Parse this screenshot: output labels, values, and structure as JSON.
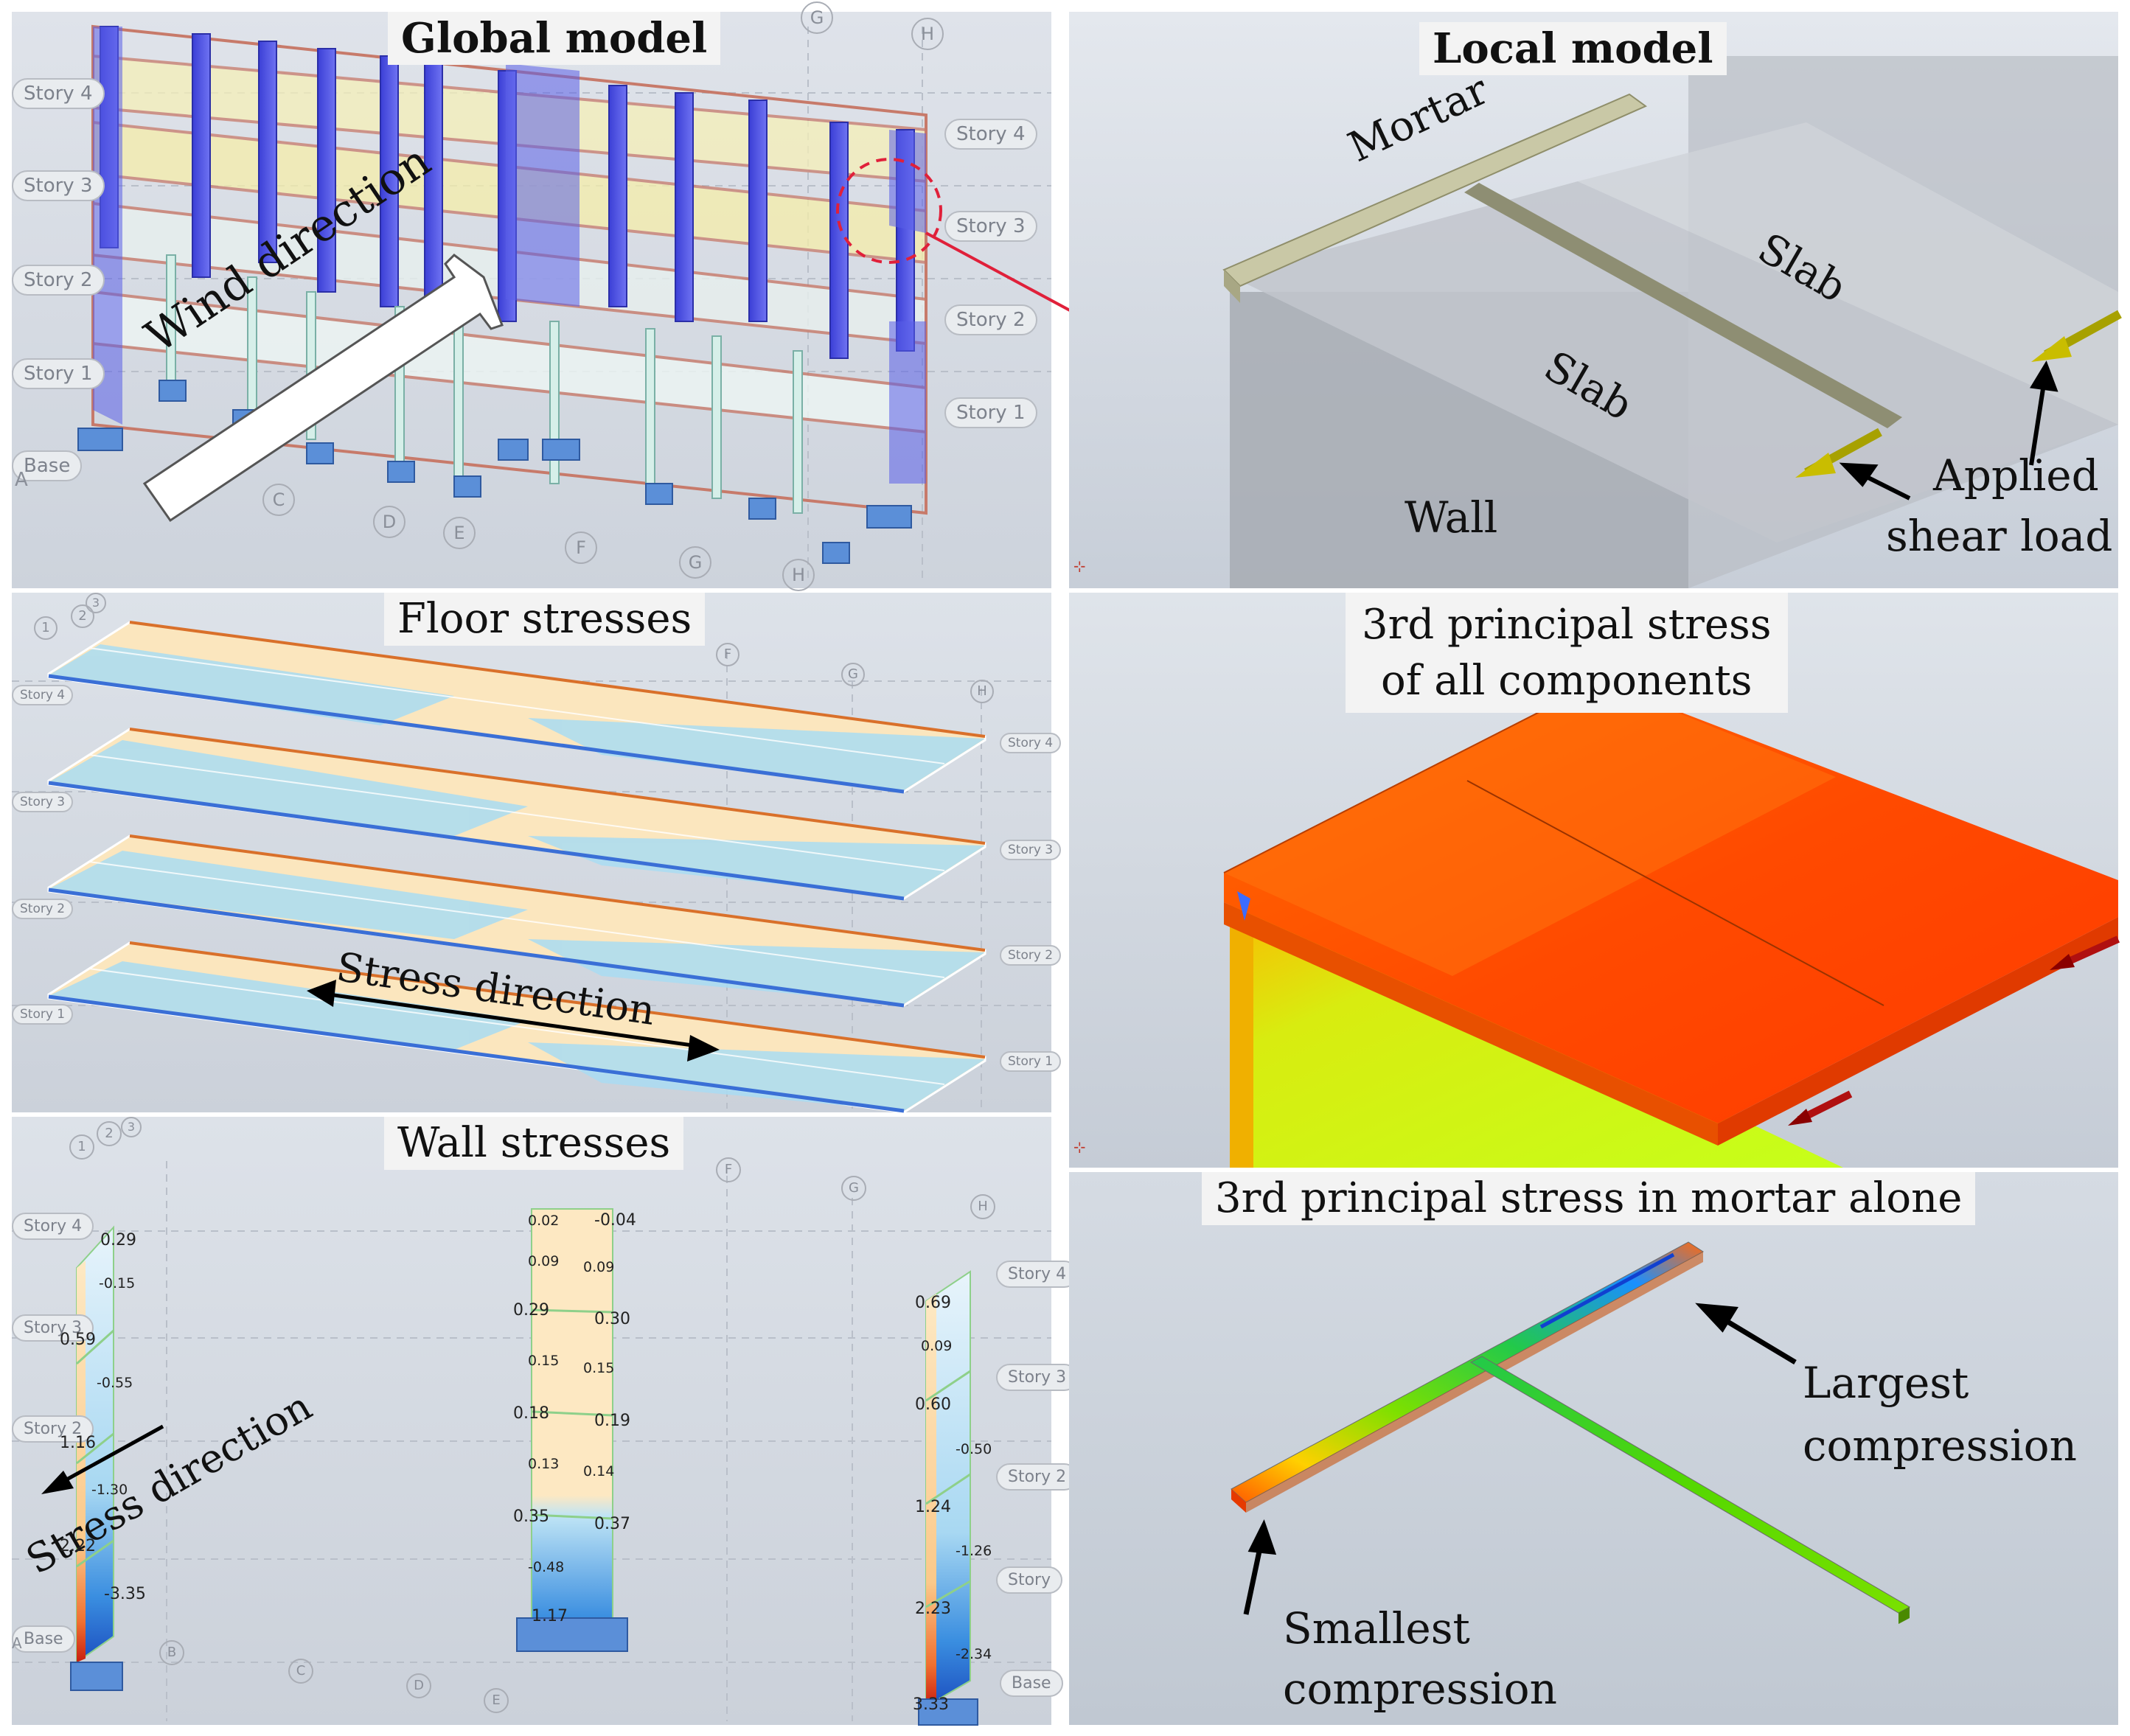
{
  "panels": {
    "global_model": {
      "title": "Global model",
      "wind_label": "Wind direction",
      "stories": [
        "Story 4",
        "Story 3",
        "Story 2",
        "Story 1",
        "Base"
      ],
      "grid_letters": [
        "A",
        "C",
        "D",
        "E",
        "F",
        "G",
        "H"
      ],
      "top_letters": [
        "G",
        "H"
      ]
    },
    "local_model": {
      "title": "Local model",
      "labels": {
        "mortar": "Mortar",
        "slab1": "Slab",
        "slab2": "Slab",
        "wall": "Wall",
        "load_line1": "Applied",
        "load_line2": "shear load"
      }
    },
    "floor_stresses": {
      "title": "Floor stresses",
      "stress_label": "Stress direction",
      "stories": [
        "Story 4",
        "Story 3",
        "Story 2",
        "Story 1"
      ],
      "grid": [
        "1",
        "2",
        "3",
        "F",
        "G",
        "H"
      ]
    },
    "principal_all": {
      "title_line1": "3rd principal stress",
      "title_line2": "of all components"
    },
    "wall_stresses": {
      "title": "Wall stresses",
      "stress_label": "Stress direction",
      "stories": [
        "Story 4",
        "Story 3",
        "Story 2",
        "Base"
      ],
      "right_stories": [
        "Story 4",
        "Story 3",
        "Story 2",
        "Story",
        "Base"
      ],
      "grid": [
        "1",
        "2",
        "3",
        "F",
        "G",
        "H",
        "A",
        "B",
        "C",
        "D",
        "E"
      ],
      "wall_left_values": [
        "0.29",
        "-0.15",
        "0.59",
        "-0.55",
        "1.16",
        "-1.30",
        "2.22",
        "-3.35"
      ],
      "wall_mid_values": [
        "0.02",
        "-0.04",
        "0.09",
        "0.09",
        "0.29",
        "0.30",
        "0.15",
        "0.15",
        "0.18",
        "0.19",
        "0.13",
        "0.14",
        "0.35",
        "0.37",
        "-0.48",
        "1.17"
      ],
      "wall_right_values": [
        "0.69",
        "0.09",
        "0.60",
        "-0.50",
        "1.24",
        "-1.26",
        "2.23",
        "-2.34",
        "3.33"
      ]
    },
    "mortar_alone": {
      "title": "3rd principal stress in mortar alone",
      "largest_line1": "Largest",
      "largest_line2": "compression",
      "smallest_line1": "Smallest",
      "smallest_line2": "compression"
    }
  }
}
